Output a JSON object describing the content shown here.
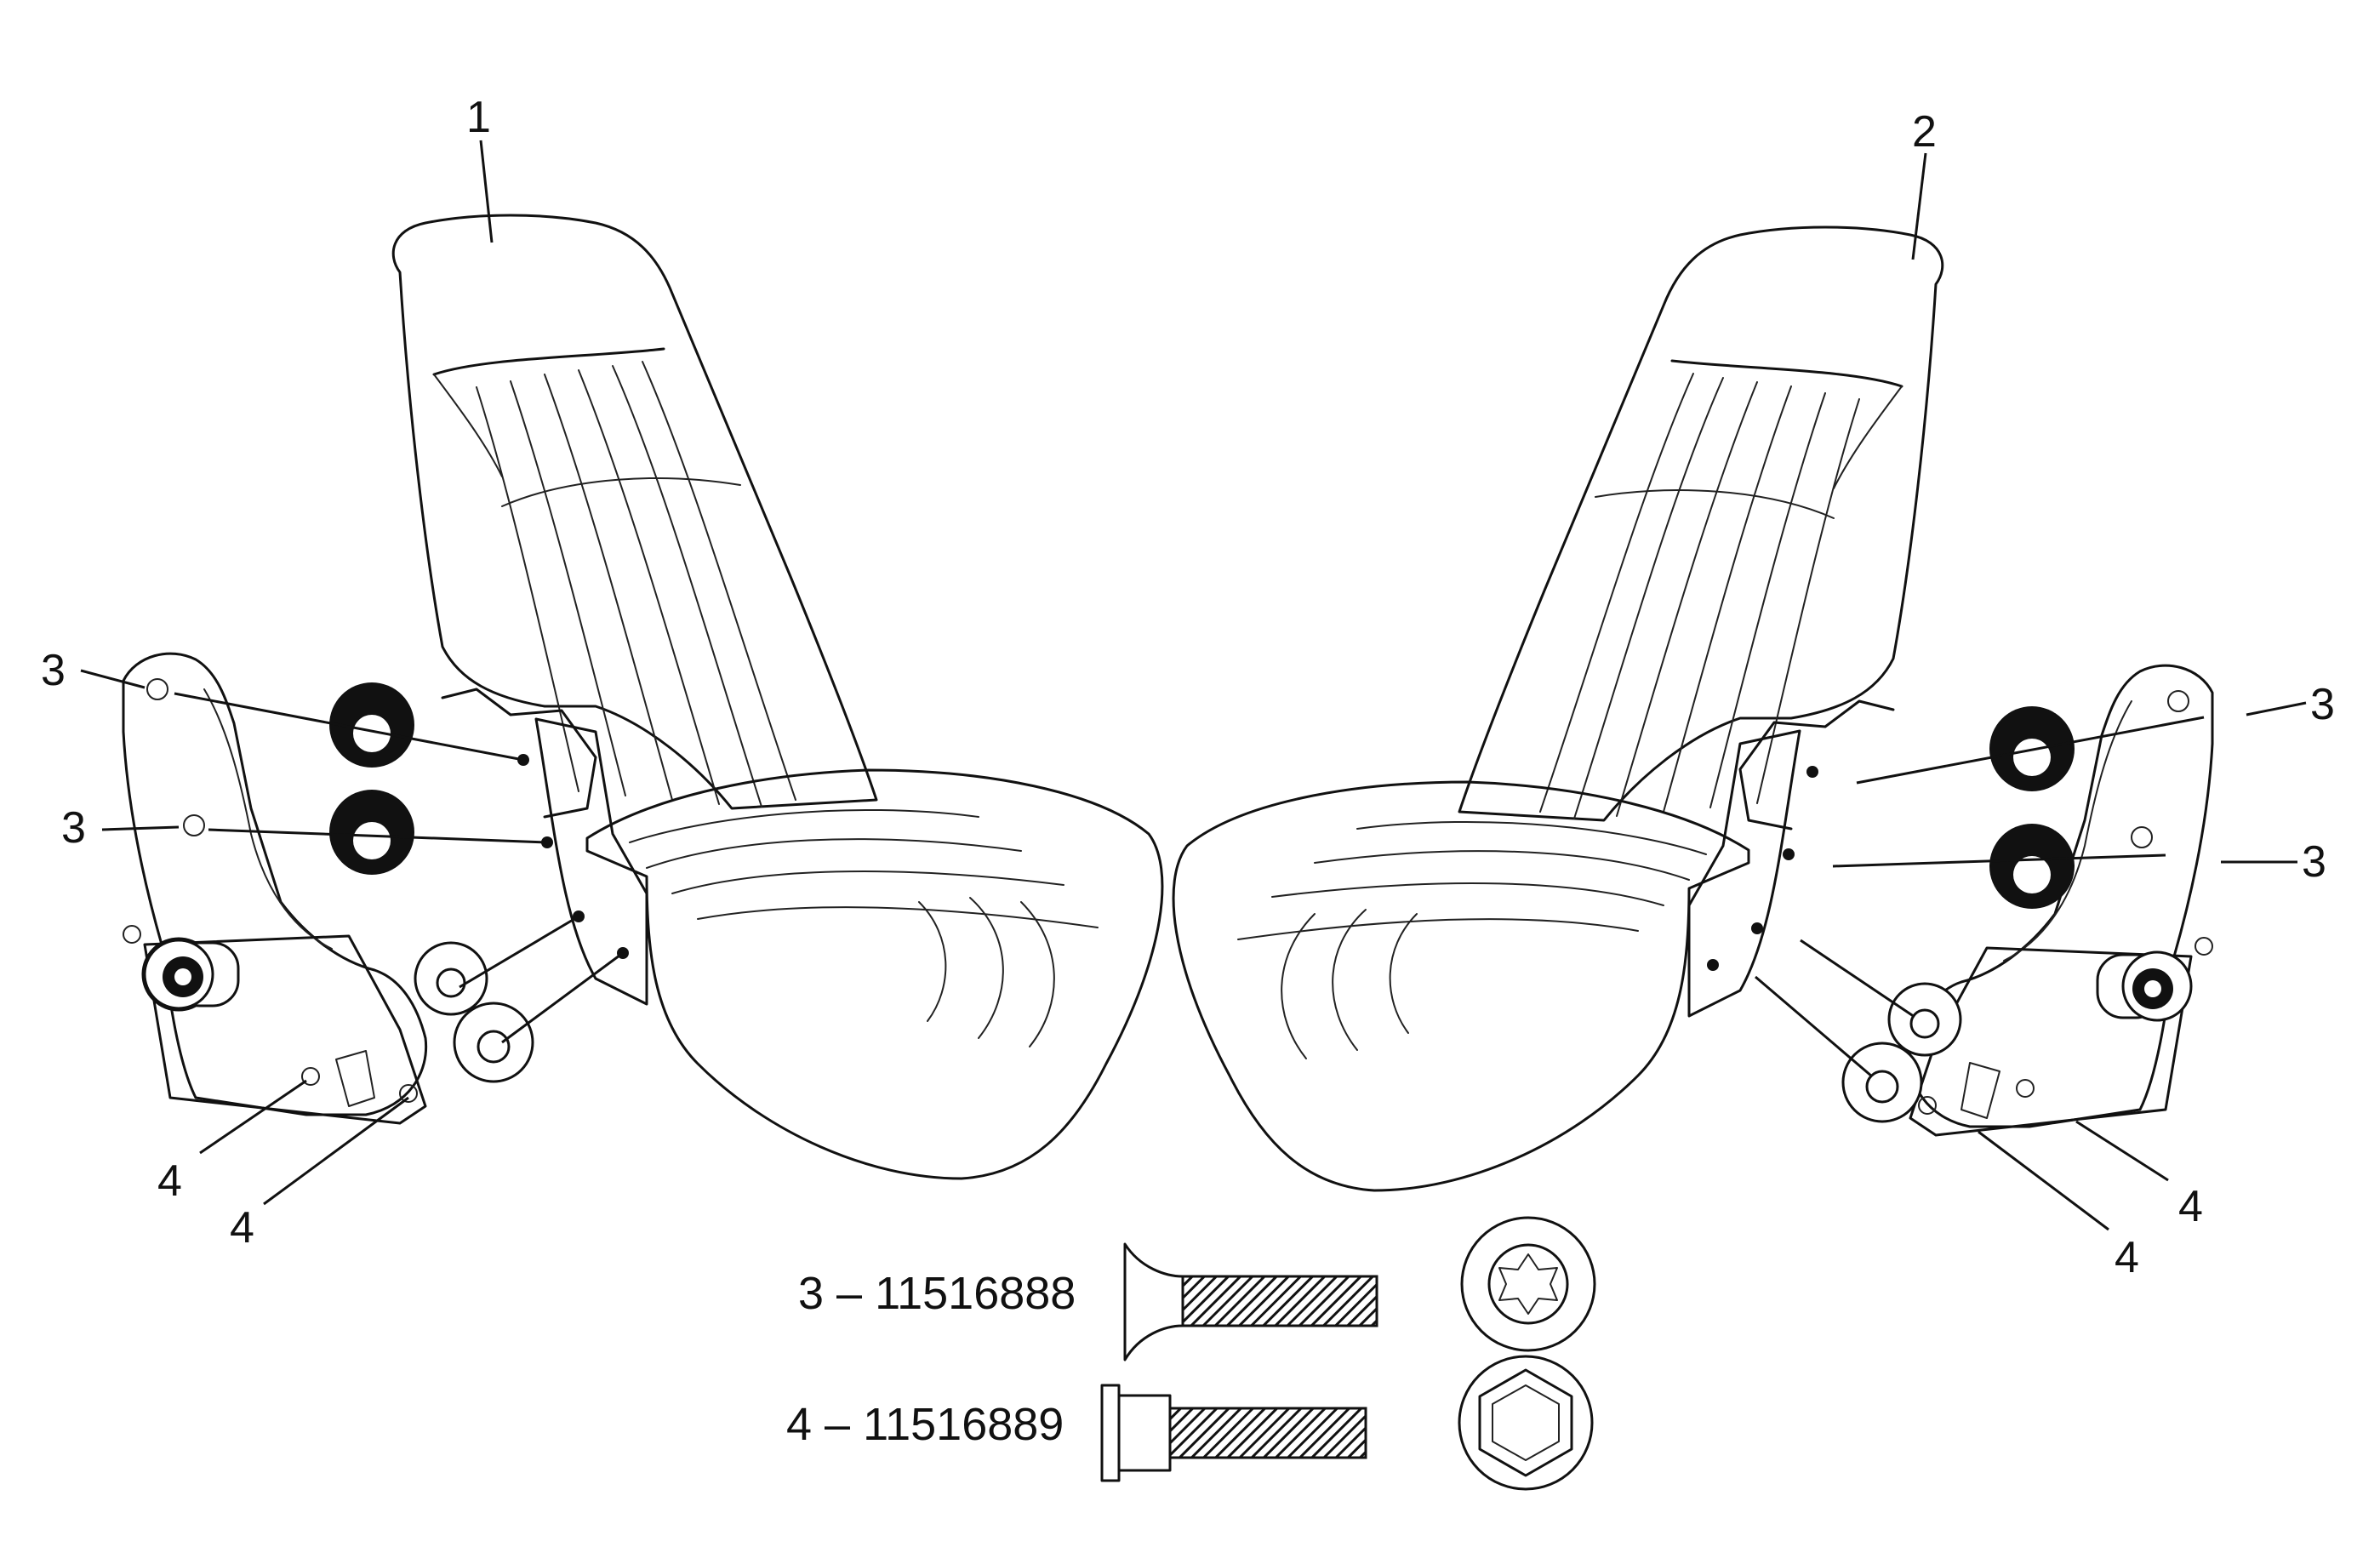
{
  "callouts": {
    "seat_left": "1",
    "seat_right": "2",
    "bolt3": "3",
    "bolt4": "4"
  },
  "legend": {
    "item3": "3 – 11516888",
    "item4": "4 – 11516889"
  }
}
